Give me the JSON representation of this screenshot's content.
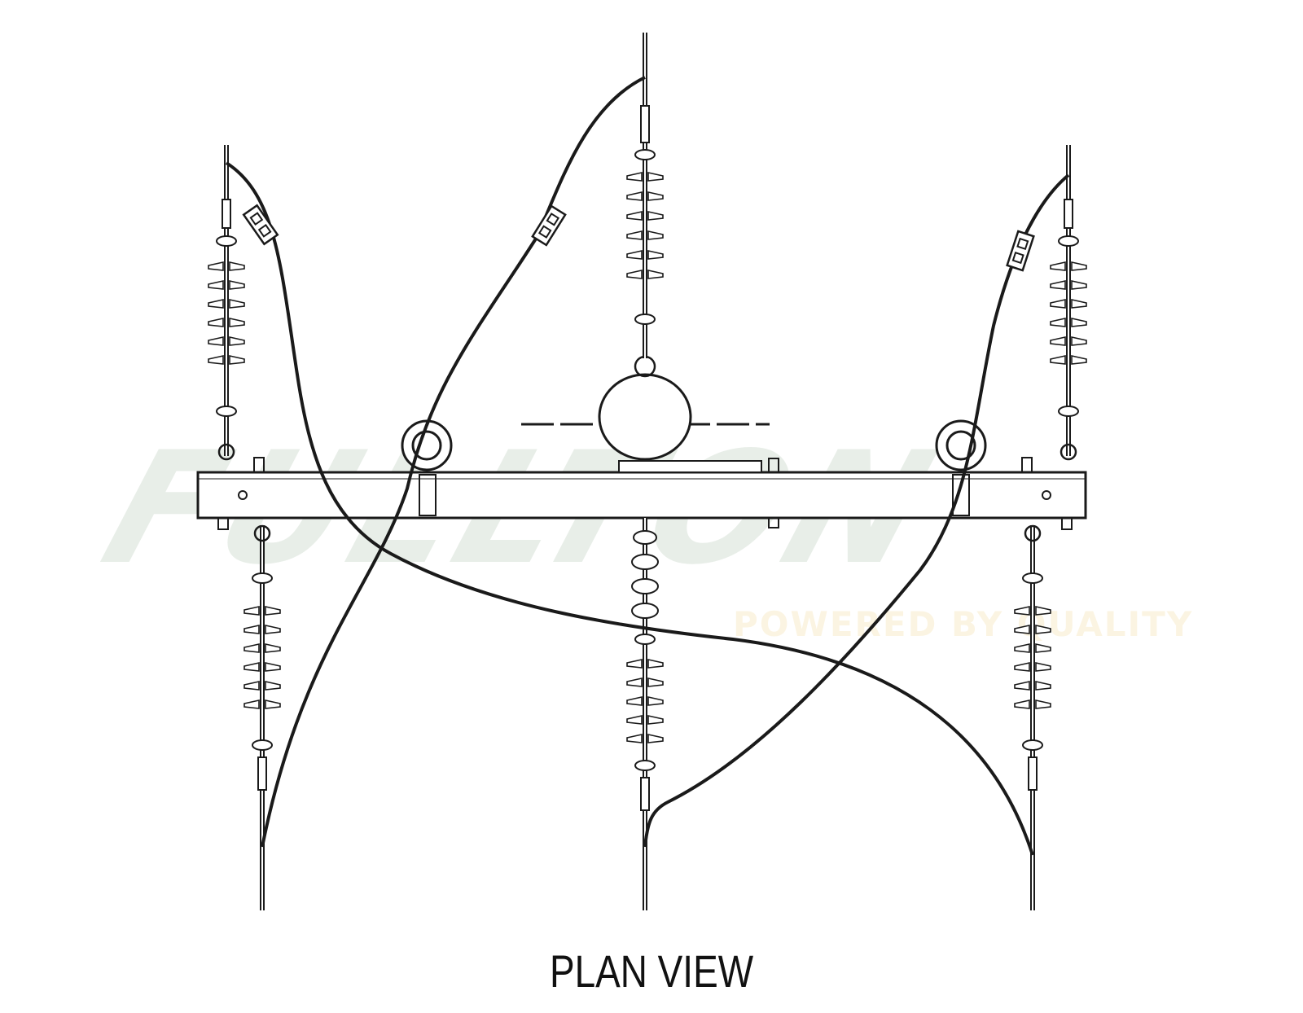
{
  "diagram": {
    "caption": "PLAN VIEW",
    "watermark": {
      "logo_text": "FULLTON",
      "tagline": "POWERED BY QUALITY"
    },
    "colors": {
      "line": "#1a1a1a",
      "insulator_fill": "#ffffff",
      "watermark": "#e8eee8",
      "tagline": "#fbf4e2"
    },
    "components": [
      "crossarm-beam",
      "center-ring-housing",
      "eye-bolt-left",
      "eye-bolt-right",
      "upper-insulator-left",
      "upper-insulator-center",
      "upper-insulator-right",
      "lower-insulator-left",
      "lower-insulator-center",
      "lower-insulator-right",
      "jumper-cable-a",
      "jumper-cable-b",
      "jumper-cable-c",
      "jumper-spacer-a",
      "jumper-spacer-b",
      "jumper-spacer-c"
    ]
  }
}
